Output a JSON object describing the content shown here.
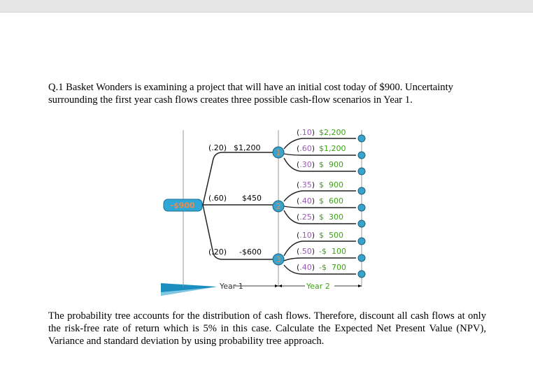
{
  "question_intro": "Q.1 Basket Wonders is examining a project that will have an initial cost today of $900. Uncertainty surrounding the first year cash flows creates three possible cash-flow scenarios in Year 1.",
  "question_body": "The probability tree accounts for the distribution of cash flows. Therefore, discount all cash flows at only the risk-free rate of return which is 5% in this case. Calculate the Expected Net Present Value (NPV), Variance and standard deviation by using probability tree approach.",
  "tree": {
    "root_label": "-$900",
    "year1_label": "Year 1",
    "year2_label": "Year 2",
    "colors": {
      "node": "#3aa3cc",
      "probability": "#9b59b6",
      "amount": "#3aa312",
      "root_fill": "#2fa8d8",
      "root_text": "#f08a4b",
      "wedge": "#1a8fbf"
    },
    "year1_branches": [
      {
        "node": "1",
        "prob": "(.20)",
        "amount": "$1,200",
        "year2": [
          {
            "prob": ".10",
            "amount": "$2,200"
          },
          {
            "prob": ".60",
            "amount": "$1,200"
          },
          {
            "prob": ".30",
            "amount": "$  900"
          }
        ]
      },
      {
        "node": "2",
        "prob": "(.60)",
        "amount": "$450",
        "year2": [
          {
            "prob": ".35",
            "amount": "$  900"
          },
          {
            "prob": ".40",
            "amount": "$  600"
          },
          {
            "prob": ".25",
            "amount": "$  300"
          }
        ]
      },
      {
        "node": "3",
        "prob": "(.20)",
        "amount": "-$600",
        "year2": [
          {
            "prob": ".10",
            "amount": "$  500"
          },
          {
            "prob": ".50",
            "amount": "-$  100"
          },
          {
            "prob": ".40",
            "amount": "-$  700"
          }
        ]
      }
    ]
  }
}
